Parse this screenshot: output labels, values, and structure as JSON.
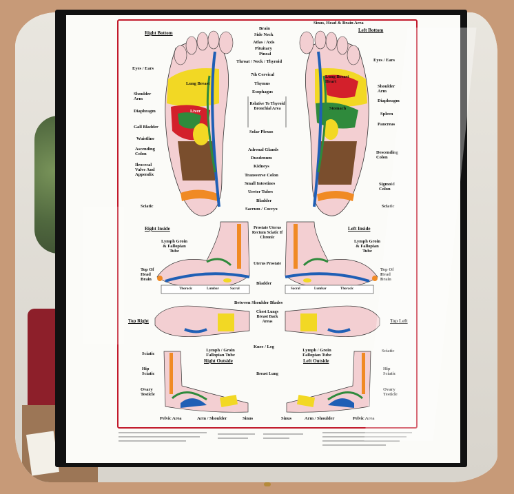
{
  "chart": {
    "sections": {
      "right_bottom": "Right Bottom",
      "left_bottom": "Left Bottom",
      "right_inside": "Right Inside",
      "left_inside": "Left Inside",
      "top_right": "Top Right",
      "top_left": "Top Left",
      "right_outside": "Right Outside",
      "left_outside": "Left Outside"
    },
    "center_labels": [
      "Sinus, Head & Brain Area",
      "Brain",
      "Side Neck",
      "Atlas / Axis",
      "Pituitary",
      "Pineal",
      "Throat / Neck / Thyroid",
      "7th Cervical",
      "Thymus",
      "Esophagus",
      "Relative To Thyroid Bronchial Area",
      "Solar Plexus",
      "Adrenal Glands",
      "Duodenum",
      "Kidneys",
      "Transverse Colon",
      "Small Intestines",
      "Ureter Tubes",
      "Bladder",
      "Sacrum / Coccyx"
    ],
    "left_labels": [
      "Eyes / Ears",
      "Lung Breast",
      "Shoulder Arm",
      "Diaphragm",
      "Liver",
      "Gall Bladder",
      "Waistline",
      "Ascending Colon",
      "Ileocecal Valve And Appendix",
      "Sciatic"
    ],
    "right_labels": [
      "Eyes / Ears",
      "Lung Breast Heart",
      "Shoulder Arm",
      "Diaphragm",
      "Stomach",
      "Spleen",
      "Pancreas",
      "Descending Colon",
      "Sigmoid Colon",
      "Sciatic"
    ],
    "inside_center": [
      "Prostate Uterus Rectum Sciatic If Chronic",
      "Uterus Prostate",
      "Bladder"
    ],
    "inside_side": [
      "Lymph Groin & Fallopian Tube",
      "Top Of Head Brain"
    ],
    "inside_spine": [
      "Thoracic",
      "Lumbar",
      "Sacral"
    ],
    "top_center": [
      "Between Shoulder Blades",
      "Chest Lungs Breast Back Areas",
      "Knee / Leg"
    ],
    "outside_labels": [
      "Sciatic",
      "Lymph / Groin Fallopian Tube",
      "Hip Sciatic",
      "Ovary Testicle",
      "Breast Lung",
      "Pelvic Area",
      "Arm / Shoulder",
      "Sinus"
    ],
    "colors": {
      "yellow": "#f2d824",
      "red": "#d3202b",
      "green": "#2f8a3c",
      "blue": "#1f5fb5",
      "brown": "#7a4e2d",
      "orange": "#f08a24",
      "pink": "#f3cfd2",
      "frame": "#111111",
      "border": "#c2192b",
      "background": "#c79a78"
    }
  }
}
